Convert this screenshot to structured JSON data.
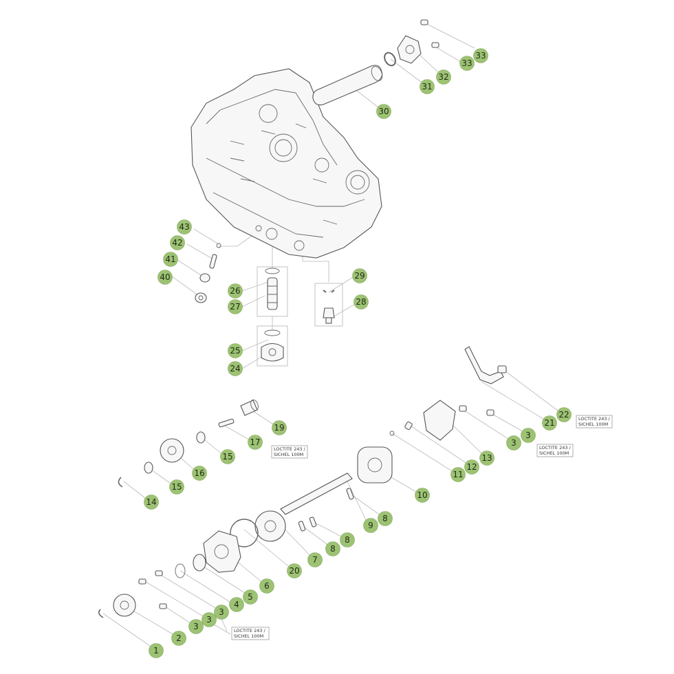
{
  "callouts": [
    {
      "id": "c43",
      "label": "43"
    },
    {
      "id": "c42",
      "label": "42"
    },
    {
      "id": "c41",
      "label": "41"
    },
    {
      "id": "c40",
      "label": "40"
    },
    {
      "id": "c26",
      "label": "26"
    },
    {
      "id": "c27",
      "label": "27"
    },
    {
      "id": "c25",
      "label": "25"
    },
    {
      "id": "c24",
      "label": "24"
    },
    {
      "id": "c29",
      "label": "29"
    },
    {
      "id": "c28",
      "label": "28"
    },
    {
      "id": "c30",
      "label": "30"
    },
    {
      "id": "c31",
      "label": "31"
    },
    {
      "id": "c32",
      "label": "32"
    },
    {
      "id": "c33a",
      "label": "33"
    },
    {
      "id": "c33b",
      "label": "33"
    },
    {
      "id": "c19",
      "label": "19"
    },
    {
      "id": "c17",
      "label": "17"
    },
    {
      "id": "c16",
      "label": "16"
    },
    {
      "id": "c15a",
      "label": "15"
    },
    {
      "id": "c15b",
      "label": "15"
    },
    {
      "id": "c14",
      "label": "14"
    },
    {
      "id": "c22",
      "label": "22"
    },
    {
      "id": "c21",
      "label": "21"
    },
    {
      "id": "c3a",
      "label": "3"
    },
    {
      "id": "c3b",
      "label": "3"
    },
    {
      "id": "c13",
      "label": "13"
    },
    {
      "id": "c12",
      "label": "12"
    },
    {
      "id": "c11",
      "label": "11"
    },
    {
      "id": "c10",
      "label": "10"
    },
    {
      "id": "c9",
      "label": "9"
    },
    {
      "id": "c8a",
      "label": "8"
    },
    {
      "id": "c8b",
      "label": "8"
    },
    {
      "id": "c8c",
      "label": "8"
    },
    {
      "id": "c7",
      "label": "7"
    },
    {
      "id": "c20",
      "label": "20"
    },
    {
      "id": "c6",
      "label": "6"
    },
    {
      "id": "c5",
      "label": "5"
    },
    {
      "id": "c4",
      "label": "4"
    },
    {
      "id": "c3c",
      "label": "3"
    },
    {
      "id": "c3d",
      "label": "3"
    },
    {
      "id": "c3e",
      "label": "3"
    },
    {
      "id": "c2",
      "label": "2"
    },
    {
      "id": "c1",
      "label": "1"
    }
  ],
  "notes": [
    {
      "id": "n1",
      "line1": "LOCTITE 243 /",
      "line2": "SICHEL 100M"
    },
    {
      "id": "n2",
      "line1": "LOCTITE 243 /",
      "line2": "SICHEL 100M"
    },
    {
      "id": "n3",
      "line1": "LOCTITE 243 /",
      "line2": "SICHEL 100M"
    },
    {
      "id": "n4",
      "line1": "LOCTITE 243 /",
      "line2": "SICHEL 100M"
    }
  ],
  "colors": {
    "callout_fill": "#9dc274",
    "line": "#b8b8b8"
  }
}
